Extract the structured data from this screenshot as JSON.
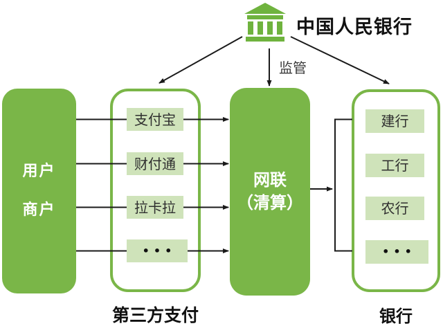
{
  "colors": {
    "green": "#7ab648",
    "green_light": "#cfe3ba",
    "line": "#1a1a1a"
  },
  "header": {
    "title": "中国人民银行",
    "supervision_label": "监管"
  },
  "left_box": {
    "label_top": "用户",
    "label_bottom": "商户"
  },
  "third_party": {
    "items": [
      "支付宝",
      "财付通",
      "拉卡拉",
      "•••"
    ],
    "caption": "第三方支付"
  },
  "clearing": {
    "line1": "网联",
    "line2": "（清算）"
  },
  "banks": {
    "items": [
      "建行",
      "工行",
      "农行",
      "•••"
    ],
    "caption": "银行"
  }
}
